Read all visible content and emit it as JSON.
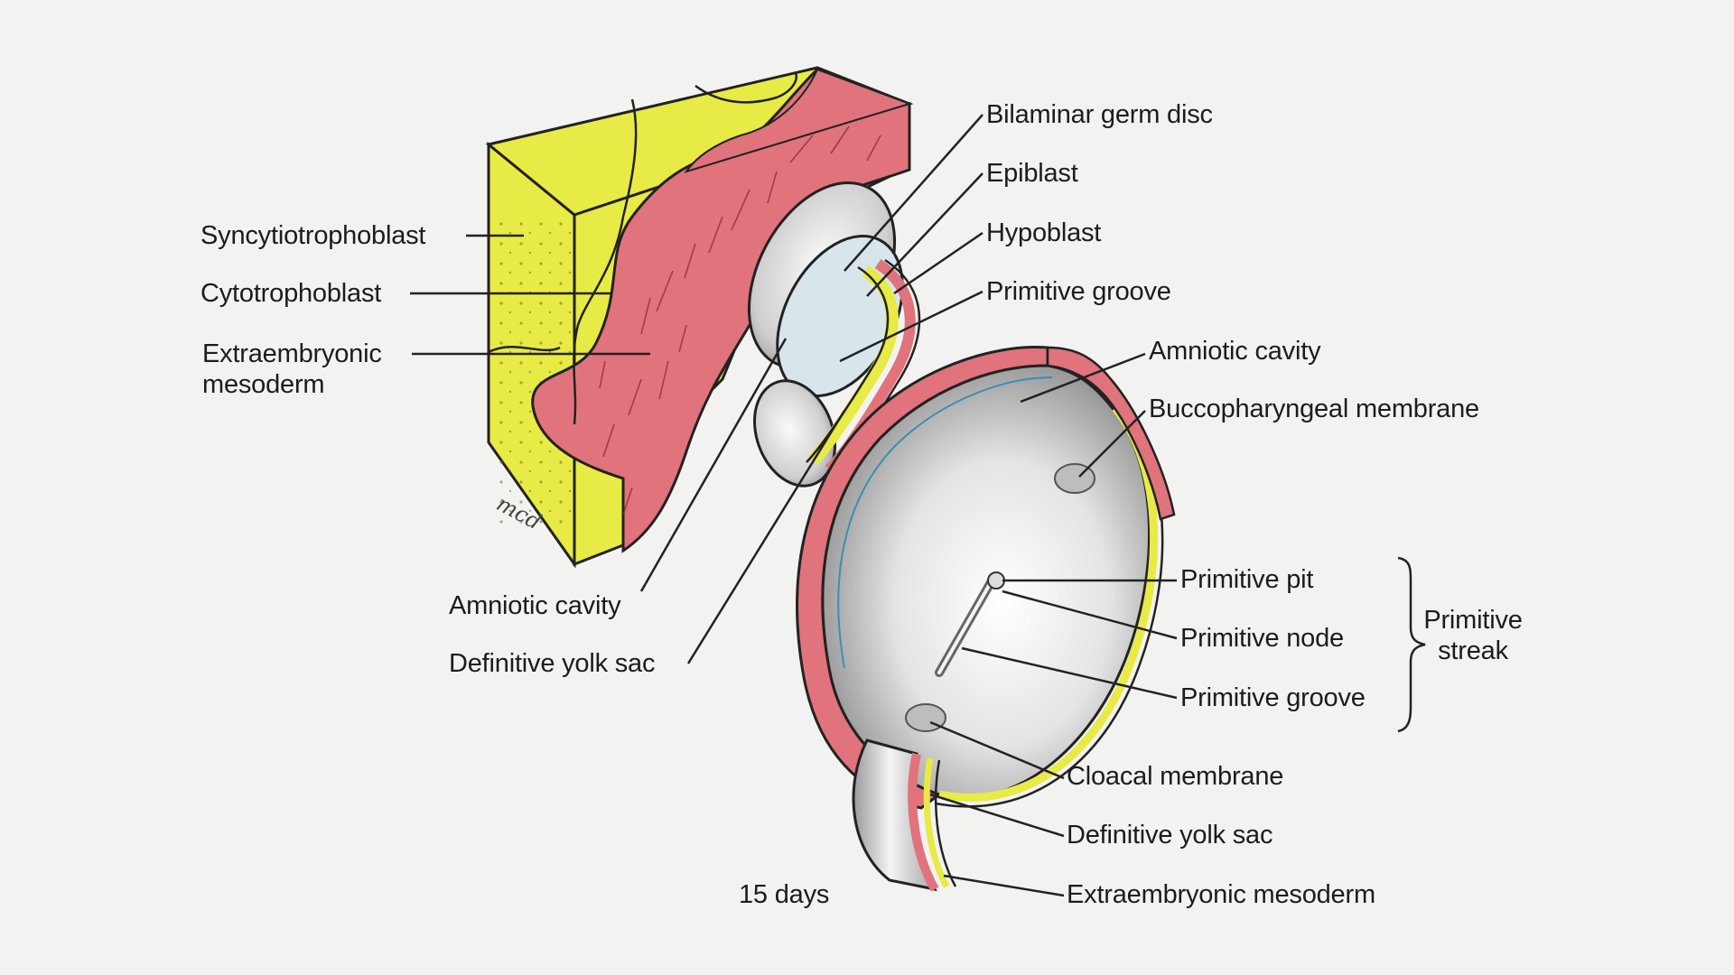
{
  "figure": {
    "age_label": "15 days"
  },
  "labels": {
    "syncytiotrophoblast": "Syncytiotrophoblast",
    "cytotrophoblast": "Cytotrophoblast",
    "extraembryonic_mesoderm_left": "Extraembryonic mesoderm",
    "amniotic_cavity_left": "Amniotic cavity",
    "definitive_yolk_sac_left": "Definitive yolk sac",
    "bilaminar_germ_disc": "Bilaminar germ disc",
    "epiblast": "Epiblast",
    "hypoblast": "Hypoblast",
    "primitive_groove_top": "Primitive groove",
    "amniotic_cavity_right": "Amniotic cavity",
    "buccopharyngeal_membrane": "Buccopharyngeal membrane",
    "primitive_pit": "Primitive pit",
    "primitive_node": "Primitive node",
    "primitive_groove_bottom": "Primitive groove",
    "primitive_streak": "Primitive streak",
    "cloacal_membrane": "Cloacal membrane",
    "definitive_yolk_sac_right": "Definitive yolk sac",
    "extraembryonic_mesoderm_bottom": "Extraembryonic mesoderm",
    "signature": "mcd"
  },
  "colors": {
    "syncytiotrophoblast": "#e8ea45",
    "mesoderm": "#e0737c",
    "background": "#f2f2f0",
    "cavity_grey": "#c9c9c9"
  }
}
